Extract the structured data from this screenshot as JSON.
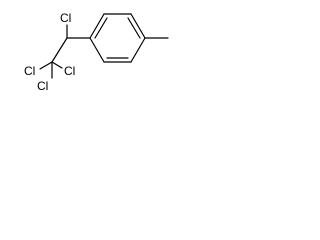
{
  "molecule": {
    "atoms": {
      "cl_top": "Cl",
      "cl_left": "Cl",
      "cl_mid": "Cl",
      "cl_bottom": "Cl"
    },
    "colors": {
      "bond": "#000000",
      "label": "#000000",
      "background": "#ffffff"
    }
  }
}
